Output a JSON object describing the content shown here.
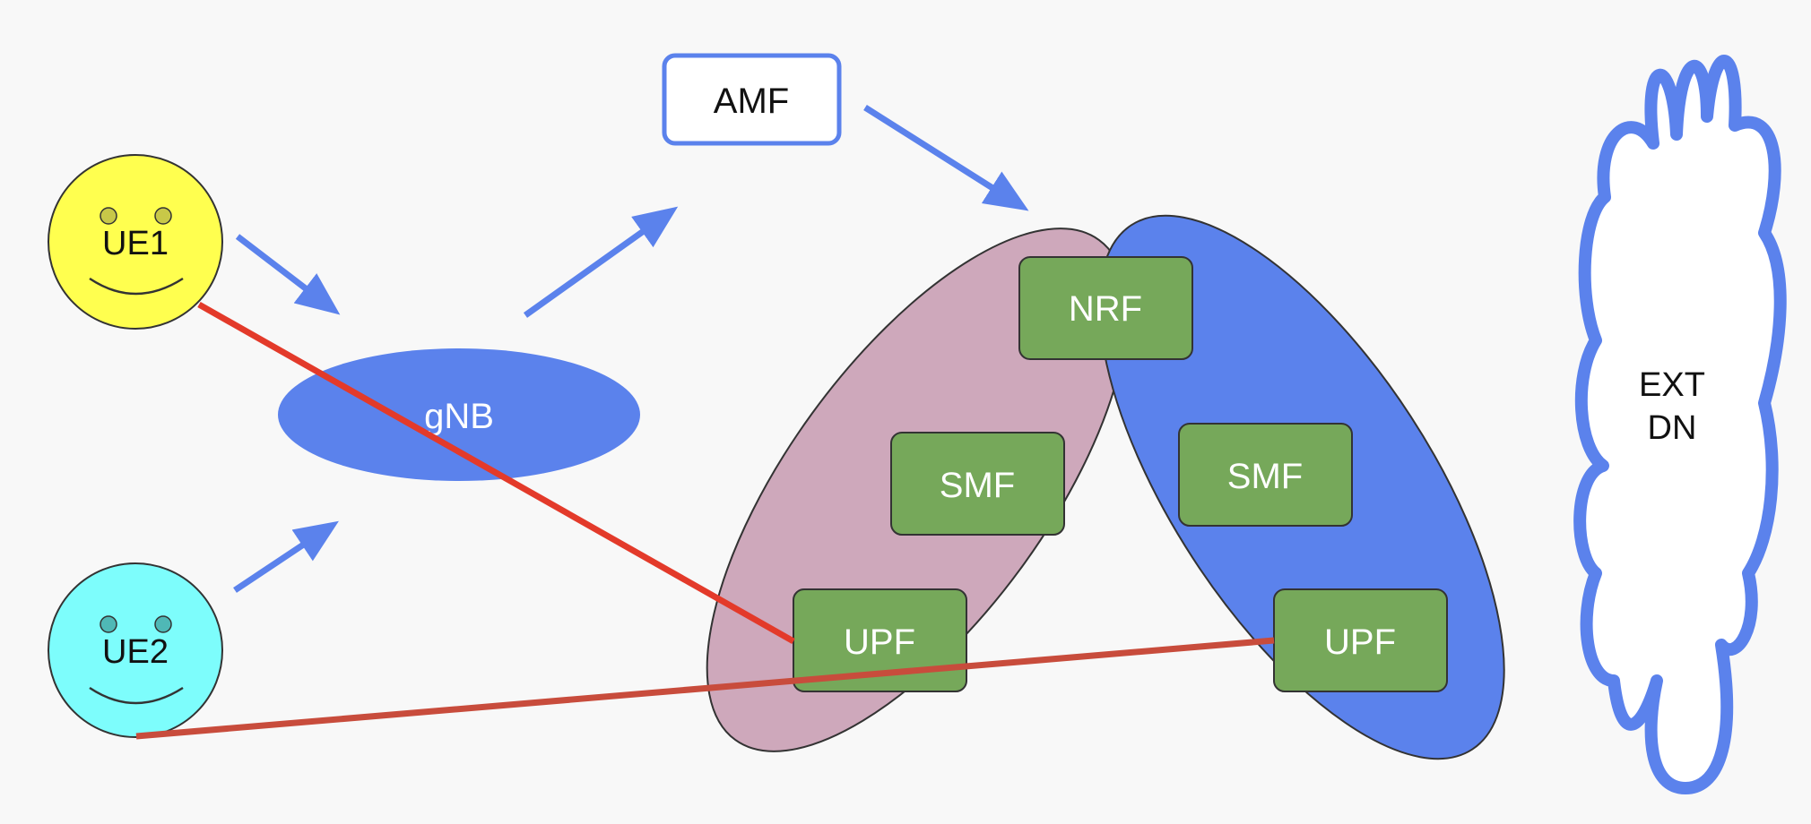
{
  "colors": {
    "background": "#f8f8f8",
    "arrow": "#5b82ec",
    "ue1_fill": "#ffff4f",
    "ue2_fill": "#7dfdfc",
    "gnb_fill": "#5b82ec",
    "slice_pink": "#cea8bb",
    "slice_blue": "#5b82ec",
    "nf_box": "#76a85a",
    "session_red": "#e33a2a",
    "session_rust": "#c84c3c",
    "cloud_stroke": "#5b82ec"
  },
  "nodes": {
    "ue1": {
      "label": "UE1",
      "icon": "smiley-face"
    },
    "ue2": {
      "label": "UE2",
      "icon": "smiley-face"
    },
    "gnb": {
      "label": "gNB"
    },
    "amf": {
      "label": "AMF"
    },
    "nrf": {
      "label": "NRF"
    },
    "smf_left": {
      "label": "SMF"
    },
    "smf_right": {
      "label": "SMF"
    },
    "upf_left": {
      "label": "UPF"
    },
    "upf_right": {
      "label": "UPF"
    },
    "ext_dn": {
      "label_line1": "EXT",
      "label_line2": "DN",
      "icon": "cloud"
    }
  }
}
